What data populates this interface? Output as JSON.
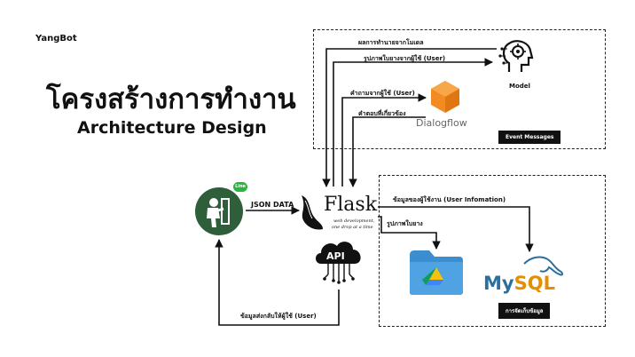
{
  "brand": "YangBot",
  "title_th": "โครงสร้างการทำงาน",
  "title_en": "Architecture Design",
  "line_badge": "Line",
  "flask": {
    "name": "Flask",
    "tagline1": "web development,",
    "tagline2": "one drop at a time"
  },
  "api_label": "API",
  "dialogflow_label": "Dialogflow",
  "model_label": "Model",
  "mysql_label_a": "My",
  "mysql_label_b": "SQL",
  "top_box": {
    "badge": "Event Messages",
    "arrows": [
      "ผลการทำนายจากโมเดล",
      "รูปภาพใบยางจากผู้ใช้ (User)",
      "คำถามจากผู้ใช้ (User)",
      "คำตอบที่เกี่ยวข้อง"
    ]
  },
  "bottom_box": {
    "badge": "การจัดเก็บข้อมูล",
    "arrows": [
      "ข้อมูลของผู้ใช้งาน (User Infomation)",
      "รูปภาพใบยาง"
    ]
  },
  "json_label": "JSON DATA",
  "return_label": "ข้อมูลส่งกลับให้ผู้ใช้ (User)",
  "colors": {
    "line_green": "#2e5e3a",
    "dialogflow_orange": "#f28b22",
    "drive_blue": "#3b8fd1",
    "mysql_blue": "#2b6f9e",
    "mysql_orange": "#e48e00"
  }
}
